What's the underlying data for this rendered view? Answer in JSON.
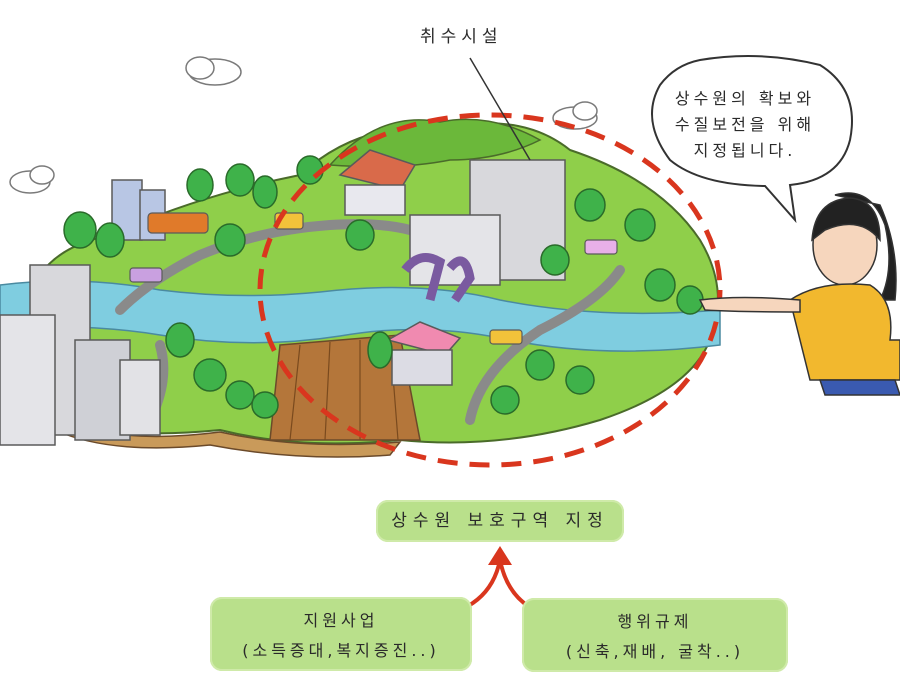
{
  "labels": {
    "intake_facility": "취수시설",
    "speech_line1": "상수원의 확보와",
    "speech_line2": "수질보전을 위해",
    "speech_line3": "지정됩니다.",
    "designation": "상수원 보호구역 지정",
    "support_title": "지원사업",
    "support_detail": "(소득증대,복지증진..)",
    "regulation_title": "행위규제",
    "regulation_detail": "(신축,재배, 굴착..)"
  },
  "colors": {
    "protection_zone_outline": "#d9361e",
    "arrow": "#d9361e",
    "box_fill": "#b9e08b",
    "river": "#7fcde0",
    "grass": "#8fcf4a"
  }
}
